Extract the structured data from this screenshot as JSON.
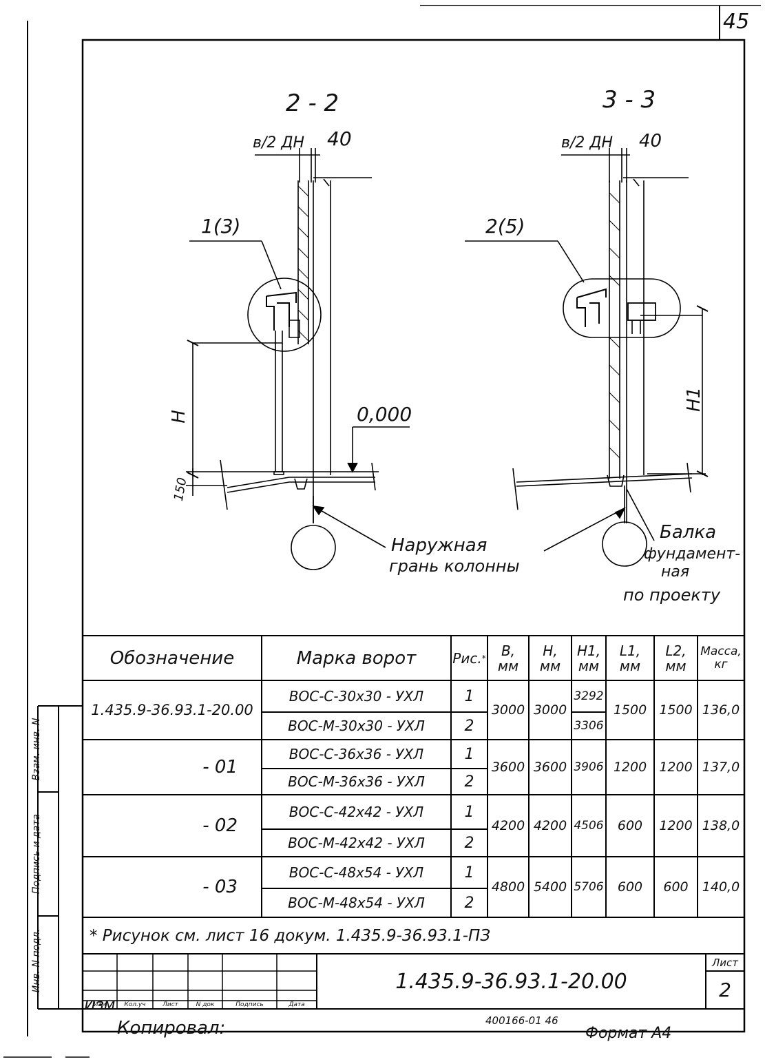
{
  "sheet_number": "45",
  "views": {
    "left": {
      "title": "2 - 2",
      "dim_b": "в/2 ДН",
      "dim_40": "40",
      "callout": "1(3)",
      "dim_h": "H",
      "elevation": "0,000",
      "dim_150": "150"
    },
    "right": {
      "title": "3 - 3",
      "dim_b": "в/2 ДН",
      "dim_40": "40",
      "callout": "2(5)",
      "dim_h1": "H1"
    }
  },
  "notes": {
    "outer_face_line1": "Наружная",
    "outer_face_line2": "грань колонны",
    "beam_line1": "Балка",
    "beam_line2": "фундамент-",
    "beam_line3": "ная",
    "beam_line4": "по проекту"
  },
  "table": {
    "headers": {
      "designation": "Обозначение",
      "gate_mark": "Марка ворот",
      "fig": "Рис.",
      "fig_mark": "*",
      "b": "В,",
      "b_unit": "мм",
      "h": "Н,",
      "h_unit": "мм",
      "h1": "Н1,",
      "h1_unit": "мм",
      "l1": "L1,",
      "l1_unit": "мм",
      "l2": "L2,",
      "l2_unit": "мм",
      "mass": "Масса,",
      "mass_unit": "кг"
    },
    "groups": [
      {
        "designation": "1.435.9-36.93.1-20.00",
        "rows": [
          {
            "mark": "ВОС-С-30х30 - УХЛ",
            "fig": "1",
            "h1": "3292"
          },
          {
            "mark": "ВОС-М-30х30 - УХЛ",
            "fig": "2",
            "h1": "3306"
          }
        ],
        "b": "3000",
        "h": "3000",
        "l1": "1500",
        "l2": "1500",
        "mass": "136,0"
      },
      {
        "designation": "- 01",
        "rows": [
          {
            "mark": "ВОС-С-36х36 - УХЛ",
            "fig": "1"
          },
          {
            "mark": "ВОС-М-36х36 - УХЛ",
            "fig": "2"
          }
        ],
        "b": "3600",
        "h": "3600",
        "h1": "3906",
        "l1": "1200",
        "l2": "1200",
        "mass": "137,0"
      },
      {
        "designation": "- 02",
        "rows": [
          {
            "mark": "ВОС-С-42х42 - УХЛ",
            "fig": "1"
          },
          {
            "mark": "ВОС-М-42х42 - УХЛ",
            "fig": "2"
          }
        ],
        "b": "4200",
        "h": "4200",
        "h1": "4506",
        "l1": "600",
        "l2": "1200",
        "mass": "138,0"
      },
      {
        "designation": "- 03",
        "rows": [
          {
            "mark": "ВОС-С-48х54 - УХЛ",
            "fig": "1"
          },
          {
            "mark": "ВОС-М-48х54 - УХЛ",
            "fig": "2"
          }
        ],
        "b": "4800",
        "h": "5400",
        "h1": "5706",
        "l1": "600",
        "l2": "600",
        "mass": "140,0"
      }
    ],
    "footnote": "* Рисунок см. лист 16 докум. 1.435.9-36.93.1-ПЗ"
  },
  "side_stamp": {
    "inv_orig": "Инв. N подл.",
    "sign_date": "Подпись и дата",
    "replace_inv": "Взам. инв. N"
  },
  "title_block": {
    "document_code": "1.435.9-36.93.1-20.00",
    "sheet_label": "Лист",
    "sheet_value": "2",
    "columns": [
      "Изм",
      "Кол.уч",
      "Лист",
      "N док",
      "Подпись",
      "Дата"
    ]
  },
  "footer": {
    "copied_by": "Копировал:",
    "archive_code": "400166-01 46",
    "format": "Формат А4"
  }
}
